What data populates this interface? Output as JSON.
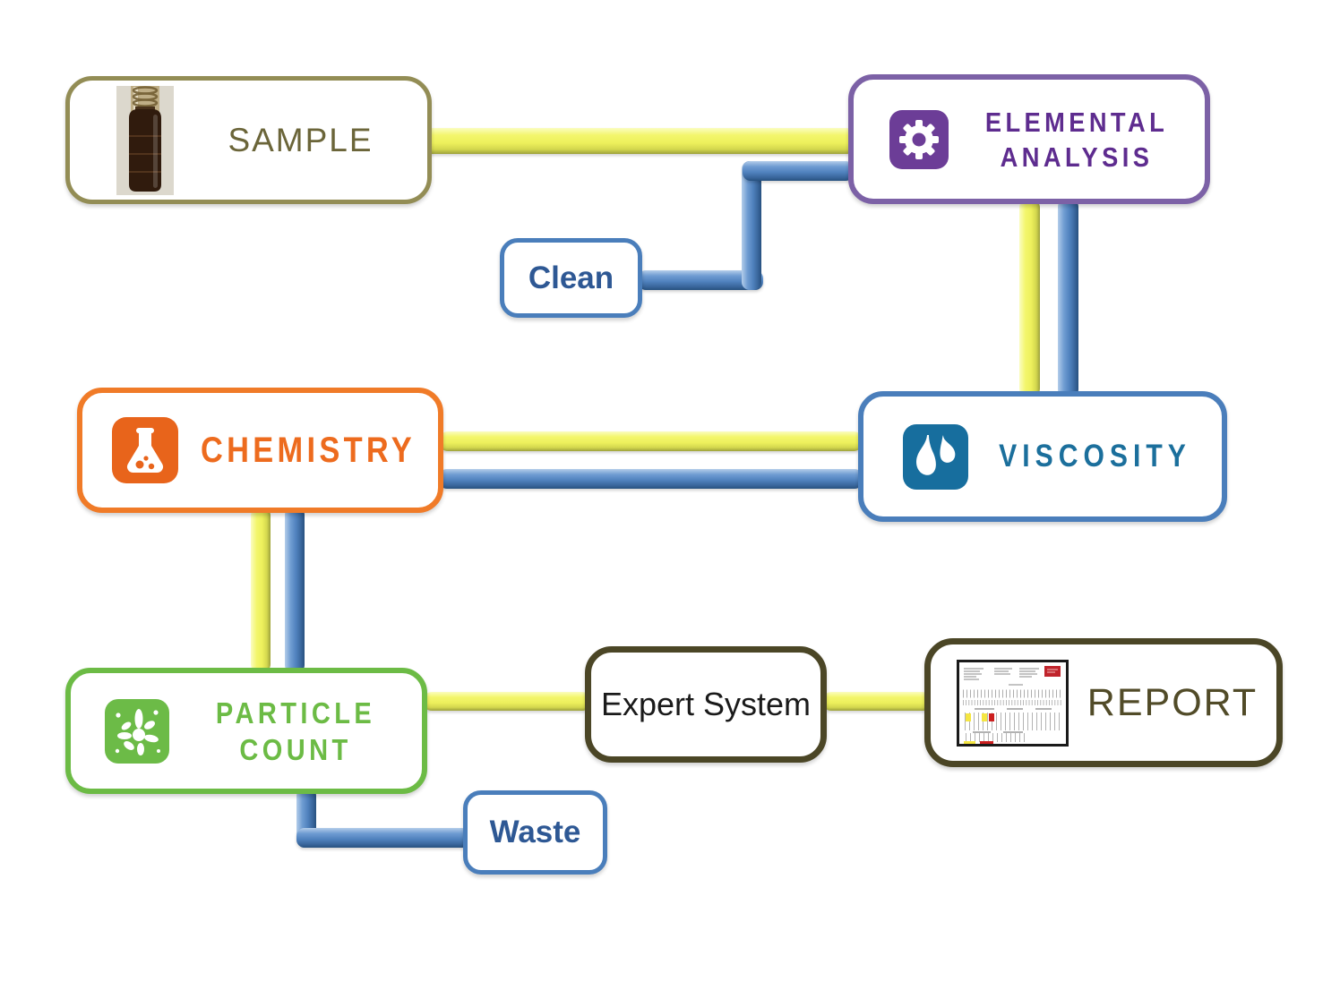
{
  "diagram": {
    "title_implicit": "Oil analysis workflow",
    "nodes": {
      "sample": {
        "label": "SAMPLE",
        "border_color": "#938D55",
        "text_color": "#6B6539",
        "icon": "oil-vial-photo"
      },
      "elemental": {
        "lines": [
          "ELEMENTAL",
          "ANALYSIS"
        ],
        "border_color": "#7C61A6",
        "text_color": "#5E2C8F",
        "icon": "gear-icon",
        "icon_bg": "#6C3D97"
      },
      "clean": {
        "label": "Clean",
        "border_color": "#4A7EBB",
        "text_color": "#2E5894"
      },
      "chemistry": {
        "label": "CHEMISTRY",
        "border_color": "#F07B28",
        "text_color": "#ED6B1E",
        "icon": "flask-icon",
        "icon_bg": "#E8641B"
      },
      "viscosity": {
        "label": "VISCOSITY",
        "border_color": "#4A7EBB",
        "text_color": "#1B6F9C",
        "icon": "droplets-icon",
        "icon_bg": "#176E9E"
      },
      "particle": {
        "lines": [
          "PARTICLE",
          "COUNT"
        ],
        "border_color": "#6CBB45",
        "text_color": "#6CBB45",
        "icon": "splatter-icon",
        "icon_bg": "#6CBB47"
      },
      "expert": {
        "label": "Expert System",
        "border_color": "#4B4626",
        "text_color": "#1a1a1a"
      },
      "report": {
        "label": "REPORT",
        "border_color": "#4B4626",
        "text_color": "#514B28",
        "icon": "report-thumbnail"
      },
      "waste": {
        "label": "Waste",
        "border_color": "#4A7EBB",
        "text_color": "#2E5894"
      }
    },
    "connectors": {
      "yellow_path_color": "#EDF05C",
      "blue_path_color": "#4F81BD",
      "edges": [
        {
          "from": "sample",
          "to": "elemental",
          "color": "yellow"
        },
        {
          "from": "clean",
          "to": "elemental",
          "color": "blue"
        },
        {
          "from": "elemental",
          "to": "viscosity",
          "color": "yellow"
        },
        {
          "from": "elemental",
          "to": "viscosity",
          "color": "blue"
        },
        {
          "from": "chemistry",
          "to": "viscosity",
          "color": "yellow"
        },
        {
          "from": "chemistry",
          "to": "viscosity",
          "color": "blue"
        },
        {
          "from": "chemistry",
          "to": "particle",
          "color": "yellow"
        },
        {
          "from": "chemistry",
          "to": "particle",
          "color": "blue"
        },
        {
          "from": "particle",
          "to": "expert",
          "color": "yellow"
        },
        {
          "from": "expert",
          "to": "report",
          "color": "yellow"
        },
        {
          "from": "particle",
          "to": "waste",
          "color": "blue"
        }
      ]
    }
  }
}
